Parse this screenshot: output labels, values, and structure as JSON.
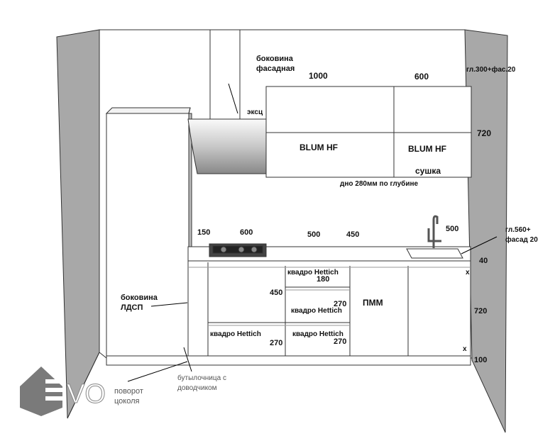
{
  "labels": {
    "side_facade": [
      "боковина",
      "фасадная"
    ],
    "exsc": "эксц",
    "upper_w1": "1000",
    "upper_w2": "600",
    "upper_depth": "гл.300+фас.20",
    "upper_h": "720",
    "blum1": "BLUM HF",
    "blum2": "BLUM HF",
    "dryer": "сушка",
    "bottom_depth": "дно 280мм по глубине",
    "w150": "150",
    "w600": "600",
    "w500a": "500",
    "w450": "450",
    "w500b": "500",
    "base_depth": [
      "гл.560+",
      "фасад 20"
    ],
    "top_thick": "40",
    "base_h": "720",
    "plinth_h": "100",
    "side_ldsp": [
      "боковина",
      "ЛДСП"
    ],
    "drawer_top": "квадро Hettich",
    "d180": "180",
    "d450": "450",
    "d270a": "270",
    "drawer_mid": "квадро Hettich",
    "drawer_left": "квадро Hettich",
    "d270b": "270",
    "drawer_bot": "квадро Hettich",
    "d270c": "270",
    "dishwasher": "ПММ",
    "x1": "x",
    "x2": "x",
    "bottle": [
      "бутылочница с",
      "доводчиком"
    ],
    "plinth_turn": [
      "поворот",
      "цоколя"
    ],
    "logo": "EVO"
  },
  "colors": {
    "wall": "#a8a8a8",
    "line": "#333333",
    "logo": "#7a7a7a"
  }
}
